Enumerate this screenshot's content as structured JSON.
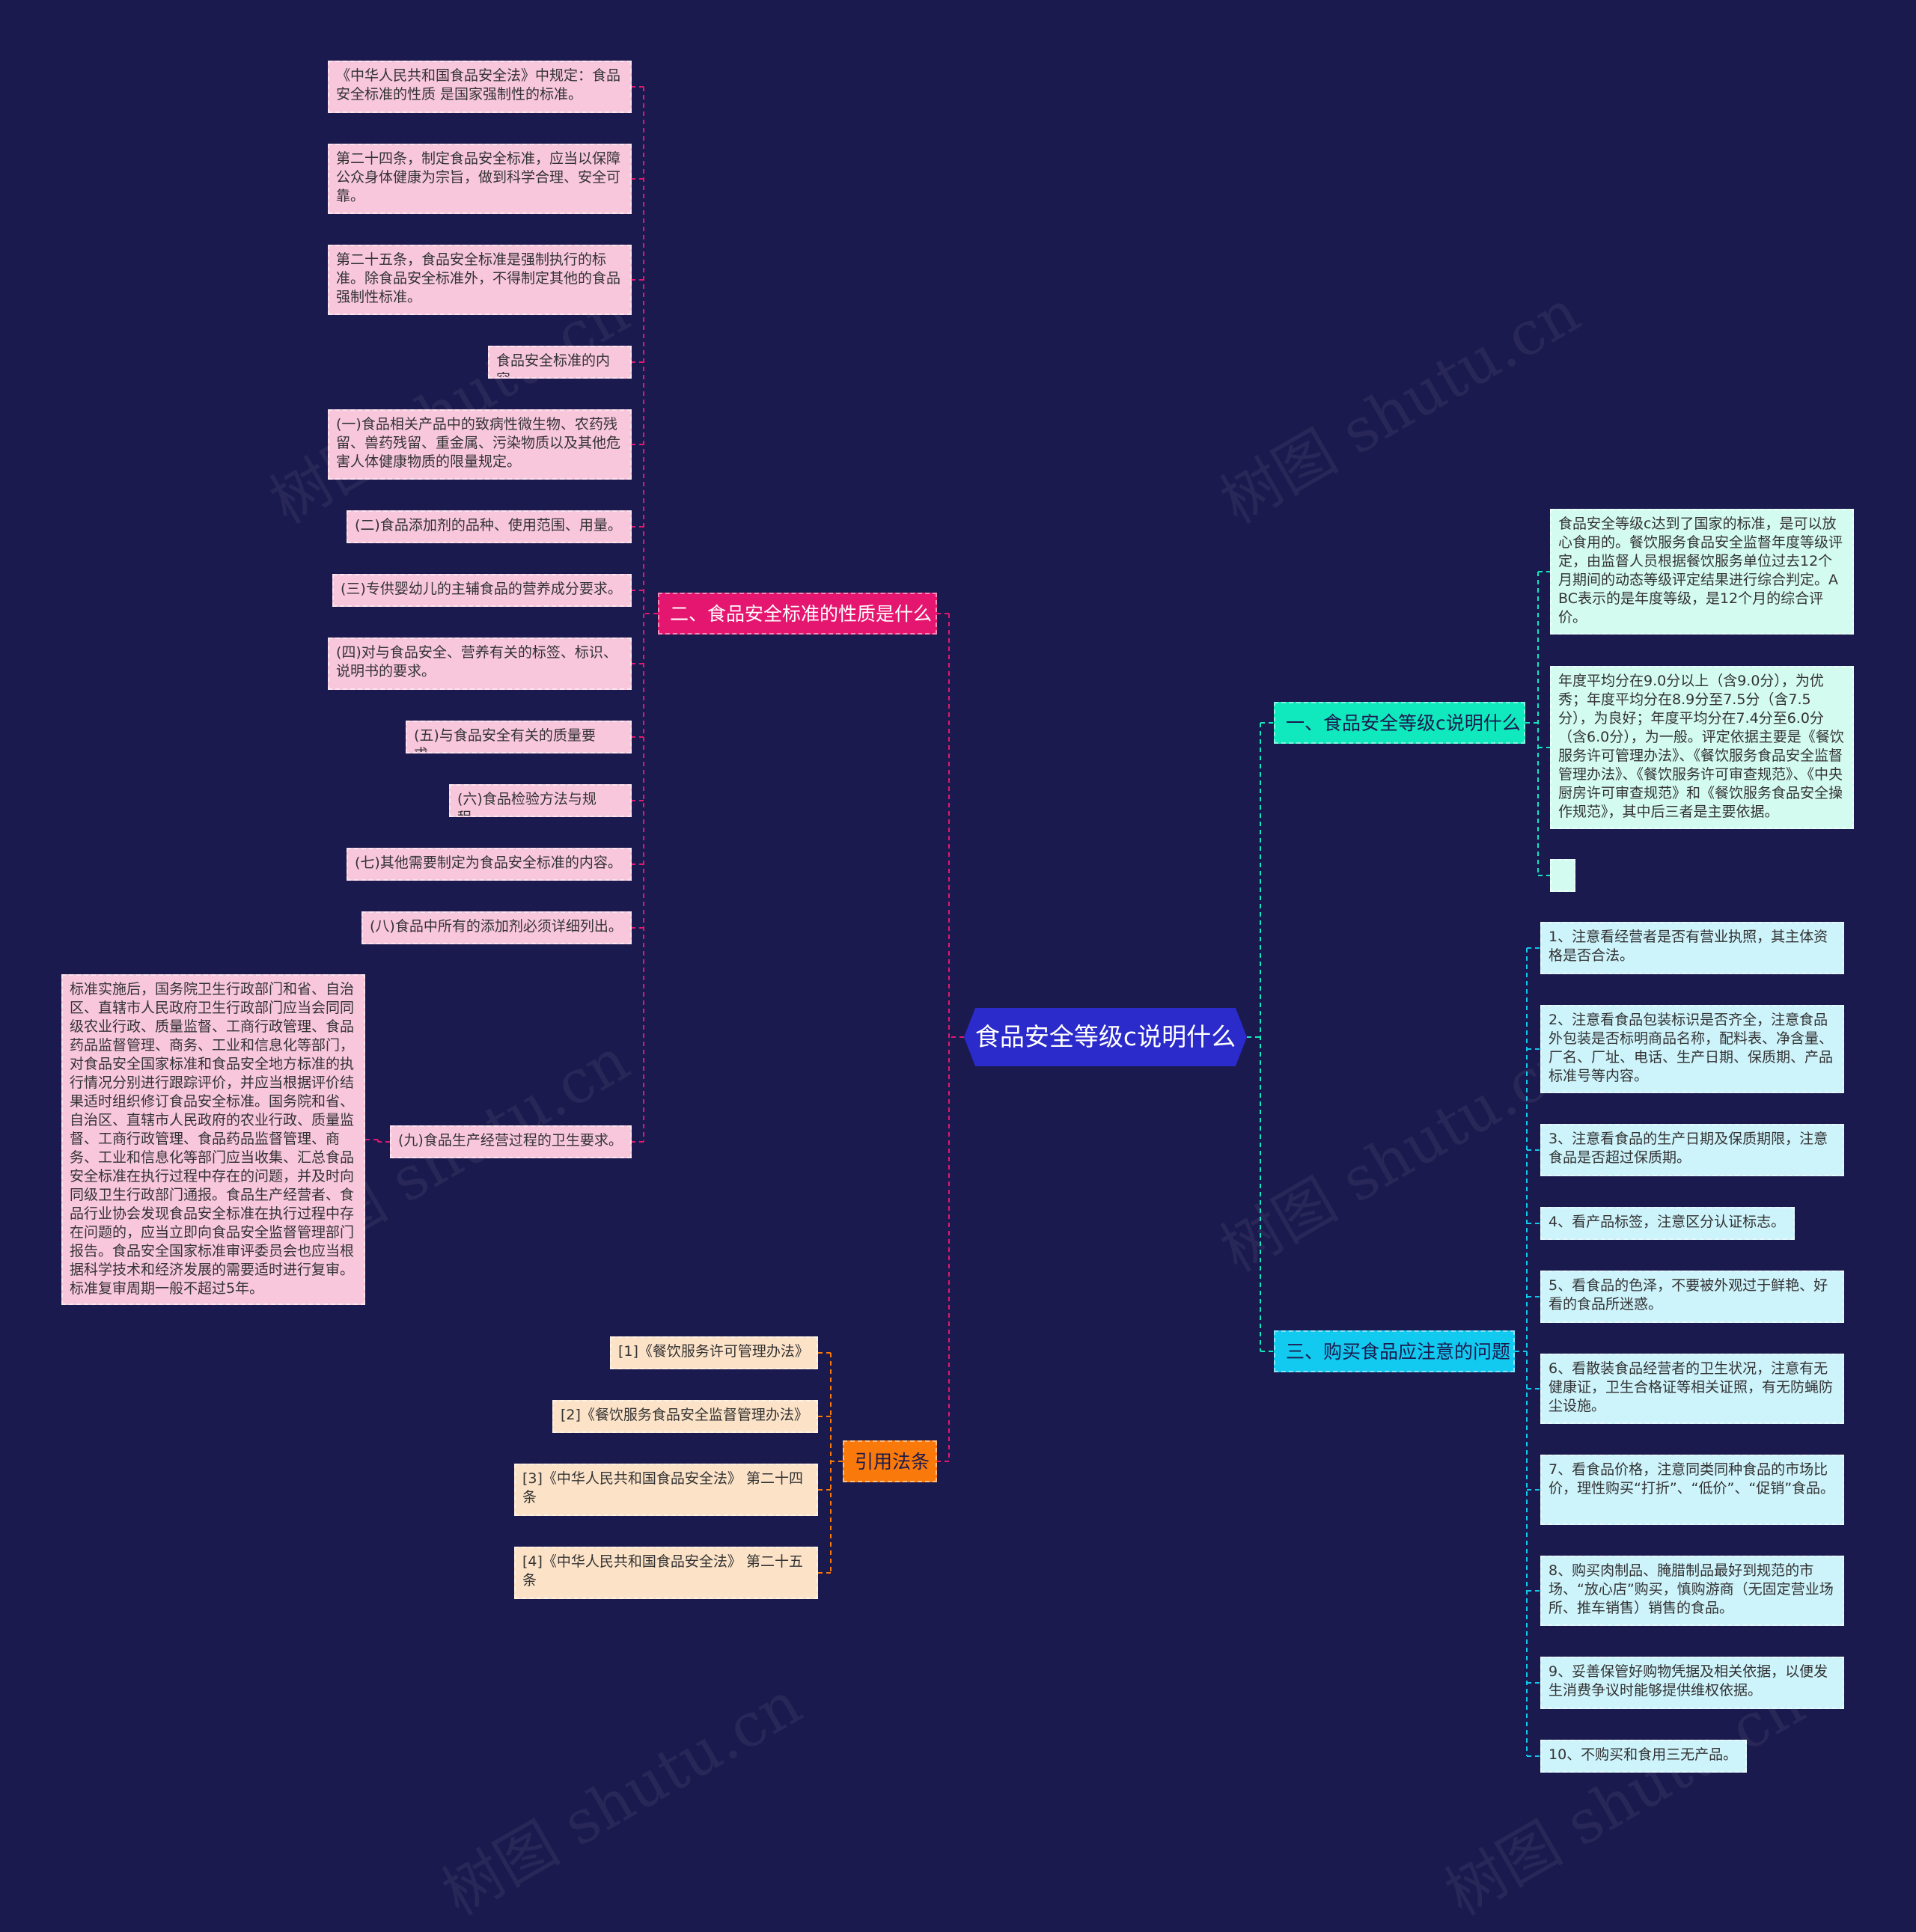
{
  "root": {
    "label": "食品安全等级c说明什么"
  },
  "branch1": {
    "label": "一、食品安全等级c说明什么",
    "items": [
      "食品安全等级c达到了国家的标准，是可以放心食用的。餐饮服务食品安全监督年度等级评定，由监督人员根据餐饮服务单位过去12个月期间的动态等级评定结果进行综合判定。ABC表示的是年度等级，是12个月的综合评价。",
      "年度平均分在9.0分以上（含9.0分），为优秀；年度平均分在8.9分至7.5分（含7.5分），为良好；年度平均分在7.4分至6.0分（含6.0分），为一般。评定依据主要是《餐饮服务许可管理办法》、《餐饮服务食品安全监督管理办法》、《餐饮服务许可审查规范》、《中央厨房许可审查规范》和《餐饮服务食品安全操作规范》，其中后三者是主要依据。",
      ""
    ]
  },
  "branch2": {
    "label": "二、食品安全标准的性质是什么",
    "items": [
      "《中华人民共和国食品安全法》中规定：食品安全标准的性质 是国家强制性的标准。",
      "第二十四条，制定食品安全标准，应当以保障公众身体健康为宗旨，做到科学合理、安全可靠。",
      "第二十五条，食品安全标准是强制执行的标准。除食品安全标准外，不得制定其他的食品强制性标准。",
      "食品安全标准的内容",
      "(一)食品相关产品中的致病性微生物、农药残留、兽药残留、重金属、污染物质以及其他危害人体健康物质的限量规定。",
      "(二)食品添加剂的品种、使用范围、用量。",
      "(三)专供婴幼儿的主辅食品的营养成分要求。",
      "(四)对与食品安全、营养有关的标签、标识、说明书的要求。",
      "(五)与食品安全有关的质量要求。",
      "(六)食品检验方法与规程。",
      "(七)其他需要制定为食品安全标准的内容。",
      "(八)食品中所有的添加剂必须详细列出。",
      "(九)食品生产经营过程的卫生要求。"
    ],
    "sub_note": "标准实施后，国务院卫生行政部门和省、自治区、直辖市人民政府卫生行政部门应当会同同级农业行政、质量监督、工商行政管理、食品药品监督管理、商务、工业和信息化等部门，对食品安全国家标准和食品安全地方标准的执行情况分别进行跟踪评价，并应当根据评价结果适时组织修订食品安全标准。国务院和省、自治区、直辖市人民政府的农业行政、质量监督、工商行政管理、食品药品监督管理、商务、工业和信息化等部门应当收集、汇总食品安全标准在执行过程中存在的问题，并及时向同级卫生行政部门通报。食品生产经营者、食品行业协会发现食品安全标准在执行过程中存在问题的，应当立即向食品安全监督管理部门报告。食品安全国家标准审评委员会也应当根据科学技术和经济发展的需要适时进行复审。标准复审周期一般不超过5年。"
  },
  "branch3": {
    "label": "三、购买食品应注意的问题",
    "items": [
      "1、注意看经营者是否有营业执照，其主体资格是否合法。",
      "2、注意看食品包装标识是否齐全，注意食品外包装是否标明商品名称，配料表、净含量、厂名、厂址、电话、生产日期、保质期、产品标准号等内容。",
      "3、注意看食品的生产日期及保质期限，注意食品是否超过保质期。",
      "4、看产品标签，注意区分认证标志。",
      "5、看食品的色泽，不要被外观过于鲜艳、好看的食品所迷惑。",
      "6、看散装食品经营者的卫生状况，注意有无健康证，卫生合格证等相关证照，有无防蝇防尘设施。",
      "7、看食品价格，注意同类同种食品的市场比价，理性购买“打折”、“低价”、“促销”食品。",
      "8、购买肉制品、腌腊制品最好到规范的市场、“放心店”购买，慎购游商（无固定营业场所、推车销售）销售的食品。",
      "9、妥善保管好购物凭据及相关依据，以便发生消费争议时能够提供维权依据。",
      "10、不购买和食用三无产品。"
    ]
  },
  "branch4": {
    "label": "引用法条",
    "items": [
      "[1]《餐饮服务许可管理办法》",
      "[2]《餐饮服务食品安全监督管理办法》",
      "[3]《中华人民共和国食品安全法》 第二十四条",
      "[4]《中华人民共和国食品安全法》 第二十五条"
    ]
  },
  "watermark": "树图 shutu.cn",
  "colors": {
    "background": "#1b1a4e",
    "root": "#2b2acb",
    "branch1": "#10e8bd",
    "branch2": "#e5166f",
    "branch3": "#12c9f0",
    "branch4": "#f97a0a"
  }
}
